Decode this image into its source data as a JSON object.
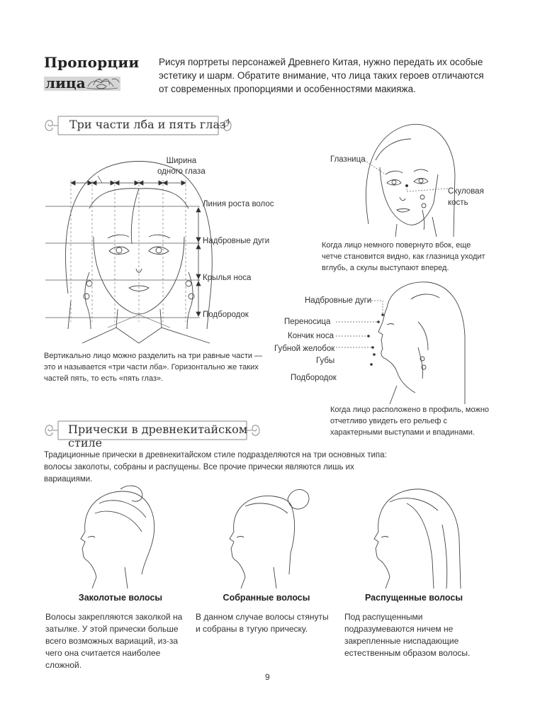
{
  "page": {
    "title_line1": "Пропорции",
    "title_line2": "лица",
    "intro": "Рисуя портреты персонажей Древнего Китая, нужно передать их особые эстетику и шарм. Обратите внимание, что лица таких героев отличаются от современных пропорциями и особенностями макияжа.",
    "page_number": "9"
  },
  "section1": {
    "title": "Три части лба и пять глаз",
    "footnote": "4",
    "eye_width_label": "Ширина\nодного глаза",
    "line_labels": [
      "Линия роста волос",
      "Надбровные дуги",
      "Крылья носа",
      "Подбородок"
    ],
    "front_caption": "Вертикально лицо можно разделить на три равные части — это и называется «три части лба». Горизонтально же таких частей пять, то есть «пять глаз».",
    "threequarter_labels": {
      "orbit": "Глазница",
      "cheekbone": "Скуловая\nкость"
    },
    "threequarter_caption": "Когда лицо немного повернуто вбок, еще четче становится видно, как глазница уходит вглубь, а скулы выступают вперед.",
    "profile_labels": [
      "Надбровные дуги",
      "Переносица",
      "Кончик носа",
      "Губной желобок",
      "Губы",
      "Подбородок"
    ],
    "profile_caption": "Когда лицо расположено в профиль, можно отчетливо увидеть его рельеф с характерными выступами и впадинами."
  },
  "section2": {
    "title": "Прически в древнекитайском стиле",
    "intro": "Традиционные прически в древнекитайском стиле подразделяются на три основных типа: волосы заколоты, собраны и распущены. Все прочие прически являются лишь их вариациями.",
    "styles": [
      {
        "title": "Заколотые волосы",
        "text": "Волосы закрепляются заколкой на затылке. У этой прически больше всего возможных вариаций, из-за чего она считается наиболее сложной."
      },
      {
        "title": "Собранные волосы",
        "text": "В данном случае волосы стянуты и собраны в тугую прическу."
      },
      {
        "title": "Распущенные волосы",
        "text": "Под распущенными подразумеваются ничем не закрепленные ниспадающие естественным образом волосы."
      }
    ]
  }
}
